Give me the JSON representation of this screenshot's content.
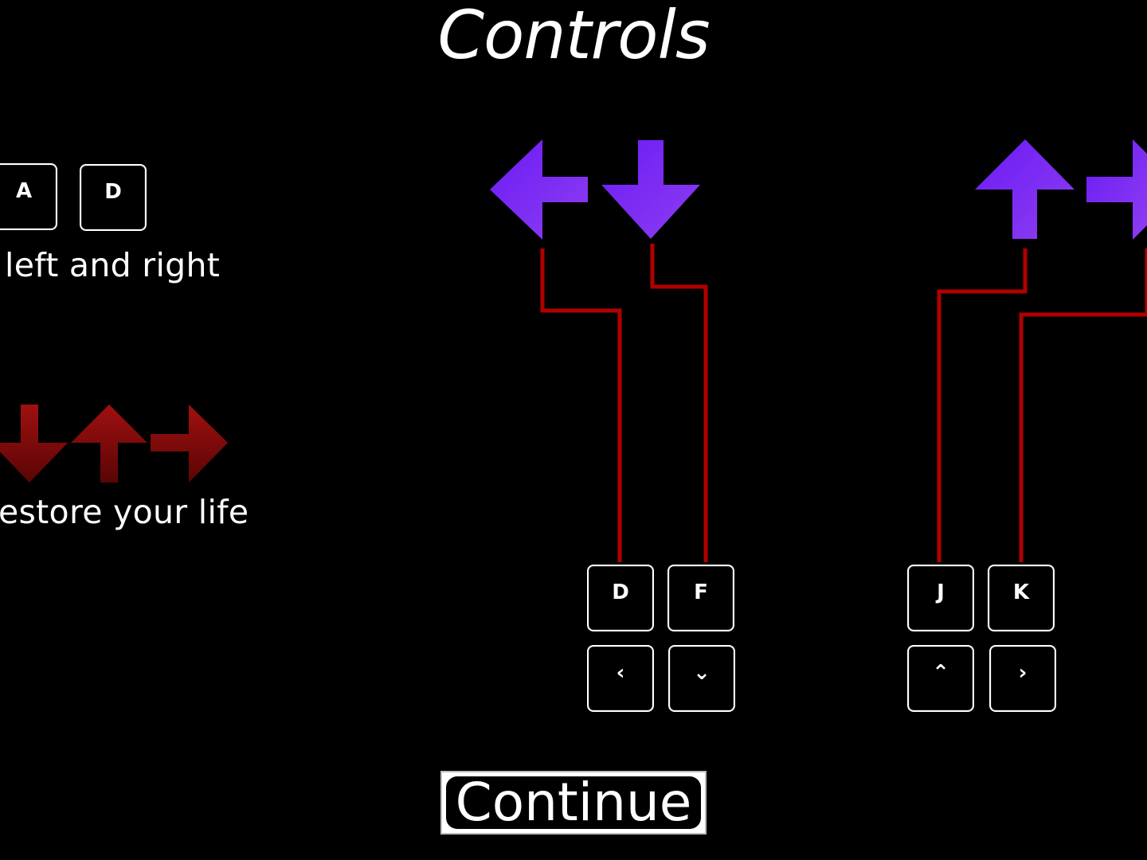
{
  "title": "Controls",
  "colors": {
    "background": "#000000",
    "note_arrow_purple": "#7a2af5",
    "connector_red": "#b00000",
    "life_arrow_red": "#8b0a0a",
    "key_border": "#ffffff"
  },
  "movement": {
    "keys": [
      "A",
      "D"
    ],
    "caption": "left and right"
  },
  "life": {
    "arrow_icons": [
      "down-arrow-icon",
      "up-arrow-icon",
      "right-arrow-icon"
    ],
    "caption": "estore your life"
  },
  "note_lanes": {
    "arrow_icons": [
      "left-arrow-icon",
      "down-arrow-icon",
      "up-arrow-icon",
      "right-arrow-icon"
    ],
    "left_group": {
      "letter_keys": [
        "D",
        "F"
      ],
      "arrow_keys": [
        "‹",
        "⌄"
      ]
    },
    "right_group": {
      "letter_keys": [
        "J",
        "K"
      ],
      "arrow_keys": [
        "⌃",
        "›"
      ]
    }
  },
  "continue_button": {
    "label": "Continue"
  }
}
